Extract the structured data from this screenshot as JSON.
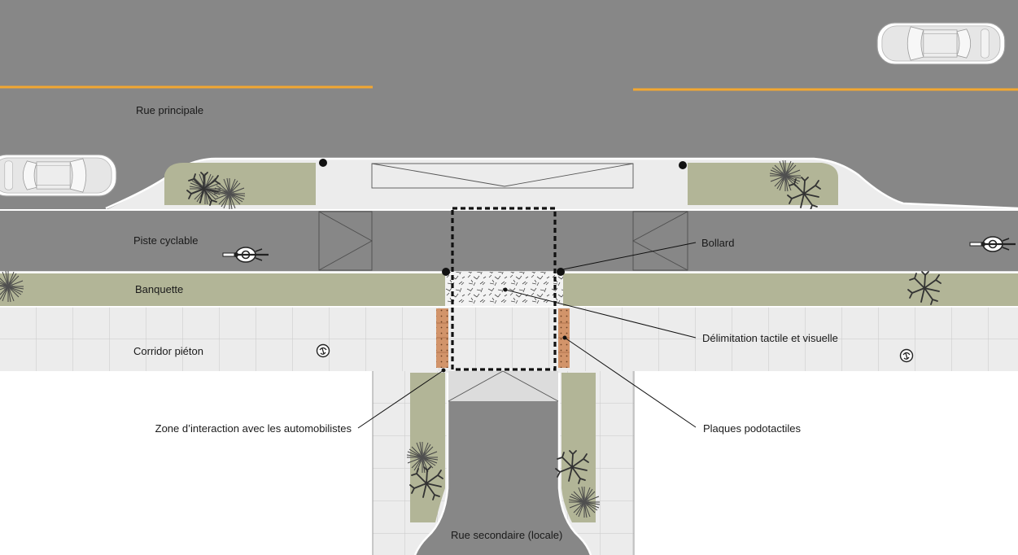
{
  "labels": {
    "rue_principale": "Rue principale",
    "piste_cyclable": "Piste cyclable",
    "banquette": "Banquette",
    "corridor_pieton": "Corridor piéton",
    "rue_secondaire": "Rue secondaire (locale)",
    "bollard": "Bollard",
    "delimitation": "Délimitation tactile et visuelle",
    "plaques": "Plaques podotactiles",
    "zone_interaction": "Zone d’interaction avec les automobilistes"
  },
  "colors": {
    "road": "#878787",
    "sidewalk": "#ececec",
    "grass": "#b2b597",
    "road_marking": "#f2a731",
    "tactile_plate": "#d2946a",
    "outline": "#555555"
  },
  "icons": [
    "car-icon",
    "bicycle-icon",
    "pedestrian-symbol-icon",
    "tree-icon",
    "shrub-icon",
    "bollard-icon"
  ]
}
